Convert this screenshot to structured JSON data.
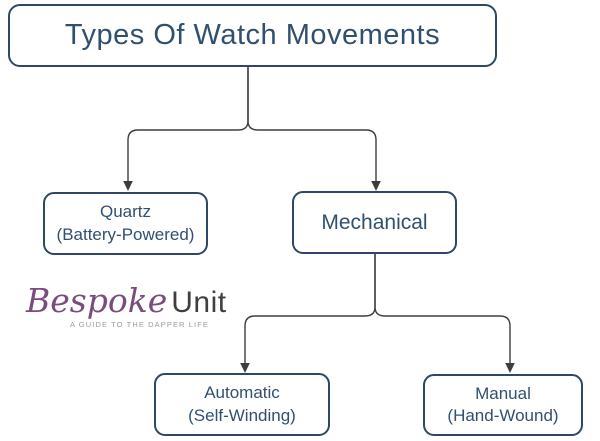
{
  "diagram": {
    "title": "Types Of Watch Movements",
    "nodes": {
      "quartz": {
        "line1": "Quartz",
        "line2": "(Battery-Powered)"
      },
      "mechanical": {
        "label": "Mechanical"
      },
      "automatic": {
        "line1": "Automatic",
        "line2": "(Self-Winding)"
      },
      "manual": {
        "line1": "Manual",
        "line2": "(Hand-Wound)"
      }
    },
    "edges": [
      {
        "from": "title",
        "to": "quartz"
      },
      {
        "from": "title",
        "to": "mechanical"
      },
      {
        "from": "mechanical",
        "to": "automatic"
      },
      {
        "from": "mechanical",
        "to": "manual"
      }
    ]
  },
  "logo": {
    "script_word": "Bespoke",
    "sans_word": "Unit",
    "tagline": "A GUIDE TO THE DAPPER LIFE"
  },
  "colors": {
    "box_border": "#2d4766",
    "box_text": "#31506f",
    "connector": "#3d3d3d",
    "logo_script": "#7b4b7e",
    "logo_sans": "#3f3f3f",
    "logo_tagline": "#9b9b9b",
    "background": "#ffffff"
  }
}
